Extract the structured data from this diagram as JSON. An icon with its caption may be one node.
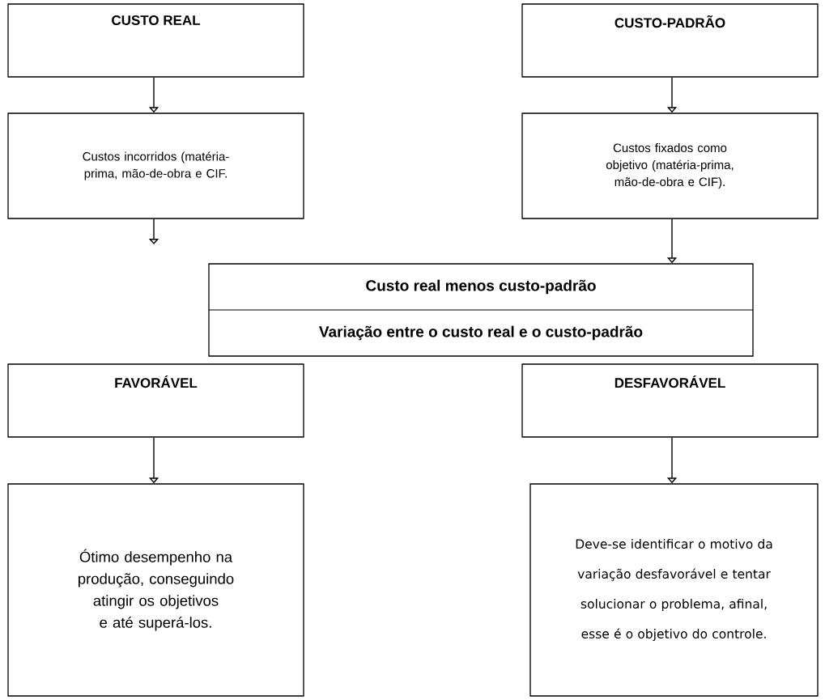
{
  "diagram": {
    "nodes": [
      {
        "text": [
          "CUSTO REAL"
        ]
      },
      {
        "text": [
          "Custos incorridos (matéria-prima, mão-de-obra e CIF."
        ]
      },
      {
        "text": [
          "CUSTO-PADRÃO"
        ]
      },
      {
        "text": [
          "Custos fixados como objetivo (matéria-prima, mão-de-obra e CIF)."
        ]
      },
      {
        "text": [
          "Custo real menos custo-padrão",
          "Variação entre o custo real e o custo-padrão"
        ]
      },
      {
        "text": [
          "FAVORÁVEL"
        ]
      },
      {
        "text": [
          "Ótimo desempenho na produção, conseguindo atingir os objetivos e até superá-los."
        ]
      },
      {
        "text": [
          "DESFAVORÁVEL"
        ]
      },
      {
        "text": [
          "Deve-se identificar o motivo da variação desfavorável e tentar solucionar o problema, afinal, esse é o objetivo do controle."
        ]
      }
    ],
    "edges": [
      {
        "from": 0,
        "to": 1,
        "arrow": "to"
      },
      {
        "from": 2,
        "to": 3,
        "arrow": "to"
      },
      {
        "from": 1,
        "to": null,
        "arrow": "to"
      },
      {
        "from": 3,
        "to": 4,
        "arrow": "to"
      },
      {
        "from": 5,
        "to": 6,
        "arrow": "to"
      },
      {
        "from": 7,
        "to": 8,
        "arrow": "to"
      }
    ]
  }
}
